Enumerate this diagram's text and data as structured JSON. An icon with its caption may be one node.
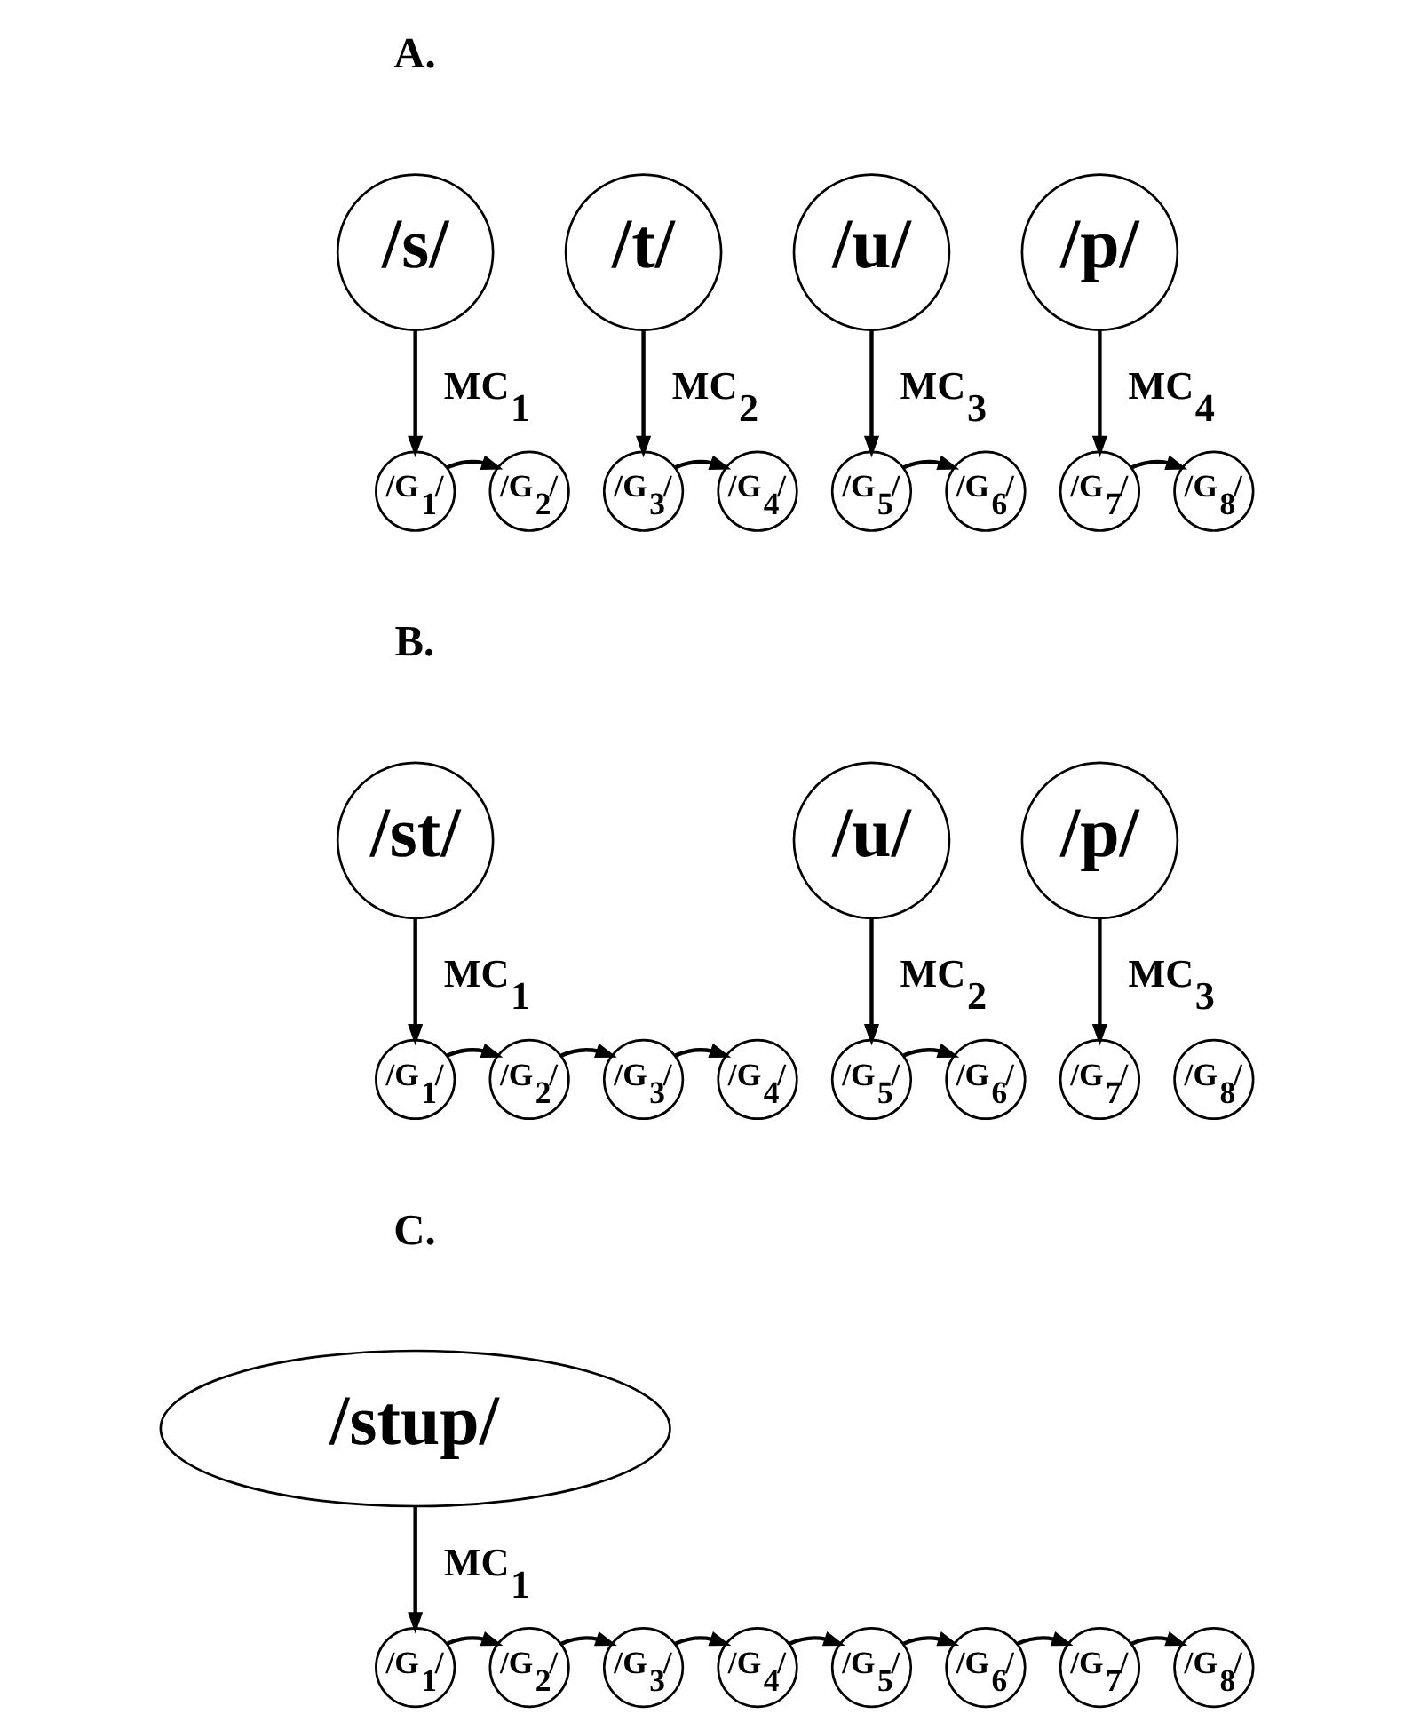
{
  "diagram": {
    "nodes": [
      {
        "text": [
          "/s/"
        ]
      },
      {
        "text": [
          "/t/"
        ]
      },
      {
        "text": [
          "/u/"
        ]
      },
      {
        "text": [
          "/p/"
        ]
      },
      {
        "text": [
          "/G$_{1}$/"
        ]
      },
      {
        "text": [
          "/G$_{2}$/"
        ]
      },
      {
        "text": [
          "/G$_{3}$/"
        ]
      },
      {
        "text": [
          "/G$_{4}$/"
        ]
      },
      {
        "text": [
          "/G$_{5}$/"
        ]
      },
      {
        "text": [
          "/G$_{6}$/"
        ]
      },
      {
        "text": [
          "/G$_{7}$/"
        ]
      },
      {
        "text": [
          "/G$_{8}$/"
        ]
      },
      {
        "text": [
          "/st/"
        ]
      },
      {
        "text": [
          "/u/"
        ]
      },
      {
        "text": [
          "/p/"
        ]
      },
      {
        "text": [
          "/G$_{1}$/"
        ]
      },
      {
        "text": [
          "/G$_{2}$/"
        ]
      },
      {
        "text": [
          "/G$_{3}$/"
        ]
      },
      {
        "text": [
          "/G$_{4}$/"
        ]
      },
      {
        "text": [
          "/G$_{5}$/"
        ]
      },
      {
        "text": [
          "/G$_{6}$/"
        ]
      },
      {
        "text": [
          "/G$_{7}$/"
        ]
      },
      {
        "text": [
          "/G$_{8}$/"
        ]
      },
      {
        "text": [
          "/stup/"
        ]
      },
      {
        "text": [
          "/G$_{1}$/"
        ]
      },
      {
        "text": [
          "/G$_{2}$/"
        ]
      },
      {
        "text": [
          "/G$_{3}$/"
        ]
      },
      {
        "text": [
          "/G$_{4}$/"
        ]
      },
      {
        "text": [
          "/G$_{5}$/"
        ]
      },
      {
        "text": [
          "/G$_{6}$/"
        ]
      },
      {
        "text": [
          "/G$_{7}$/"
        ]
      },
      {
        "text": [
          "/G$_{8}$/"
        ]
      }
    ],
    "edges": [
      {
        "from": 0,
        "to": 4,
        "arrow": "to",
        "label": "MC$_{1}$"
      },
      {
        "from": 1,
        "to": 6,
        "arrow": "to",
        "label": "MC$_{2}$"
      },
      {
        "from": 2,
        "to": 8,
        "arrow": "to",
        "label": "MC$_{3}$"
      },
      {
        "from": 3,
        "to": 10,
        "arrow": "to",
        "label": "MC$_{4}$"
      },
      {
        "from": 4,
        "to": 5,
        "arrow": "to"
      },
      {
        "from": 6,
        "to": 7,
        "arrow": "to"
      },
      {
        "from": 8,
        "to": 9,
        "arrow": "to"
      },
      {
        "from": 10,
        "to": 11,
        "arrow": "to"
      },
      {
        "from": 12,
        "to": 15,
        "arrow": "to",
        "label": "MC$_{1}$"
      },
      {
        "from": 13,
        "to": 19,
        "arrow": "to",
        "label": "MC$_{2}$"
      },
      {
        "from": 14,
        "to": 21,
        "arrow": "to",
        "label": "MC$_{3}$"
      },
      {
        "from": 15,
        "to": 16,
        "arrow": "to"
      },
      {
        "from": 16,
        "to": 17,
        "arrow": "to"
      },
      {
        "from": 17,
        "to": 18,
        "arrow": "to"
      },
      {
        "from": 19,
        "to": 20,
        "arrow": "to"
      },
      {
        "from": 23,
        "to": 24,
        "arrow": "to",
        "label": "MC$_{1}$"
      },
      {
        "from": 24,
        "to": 25,
        "arrow": "to"
      },
      {
        "from": 25,
        "to": 26,
        "arrow": "to"
      },
      {
        "from": 26,
        "to": 27,
        "arrow": "to"
      },
      {
        "from": 27,
        "to": 28,
        "arrow": "to"
      },
      {
        "from": 28,
        "to": 29,
        "arrow": "to"
      },
      {
        "from": 29,
        "to": 30,
        "arrow": "to"
      },
      {
        "from": 30,
        "to": 31,
        "arrow": "to"
      }
    ],
    "labels": [
      "A.",
      "B.",
      "C."
    ]
  }
}
